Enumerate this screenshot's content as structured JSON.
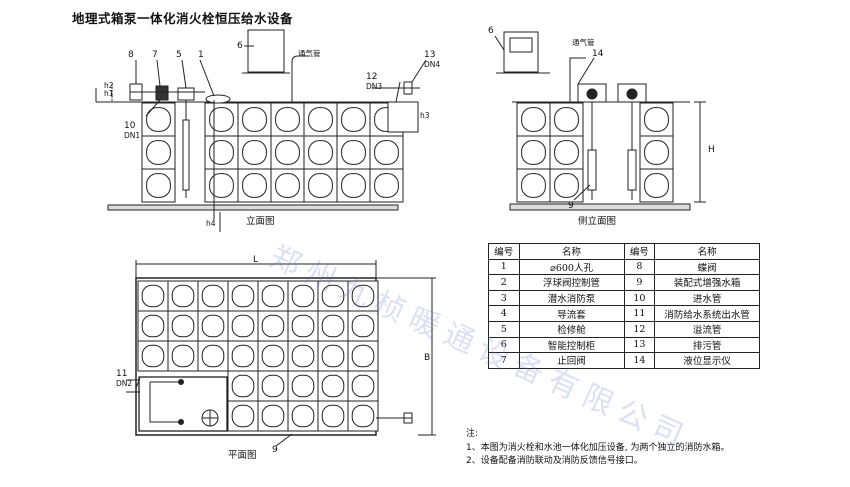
{
  "title": "地理式箱泵一体化消火栓恒压给水设备",
  "elevation_caption": "立面图",
  "side_caption": "侧立面图",
  "plan_caption": "平面图",
  "callouts": {
    "n1": "1",
    "n5": "5",
    "n6": "6",
    "n7": "7",
    "n8": "8",
    "n9": "9",
    "n10": "10",
    "n11": "11",
    "n12": "12",
    "n13": "13",
    "n14": "14",
    "dn1": "DN1",
    "dn2": "DN2",
    "dn3": "DN3",
    "dn4": "DN4",
    "h1": "h1",
    "h2": "h2",
    "h3": "h3",
    "h4": "h4",
    "dim_L": "L",
    "dim_B": "B",
    "dim_H": "H",
    "vent": "通气管"
  },
  "legend": {
    "headers": [
      "编号",
      "名称",
      "编号",
      "名称"
    ],
    "rows": [
      {
        "n1": "1",
        "name1": "⌀600人孔",
        "n2": "8",
        "name2": "蝶阀"
      },
      {
        "n1": "2",
        "name1": "浮球阀控制管",
        "n2": "9",
        "name2": "装配式增强水箱"
      },
      {
        "n1": "3",
        "name1": "潜水消防泵",
        "n2": "10",
        "name2": "进水管"
      },
      {
        "n1": "4",
        "name1": "导流套",
        "n2": "11",
        "name2": "消防给水系统出水管"
      },
      {
        "n1": "5",
        "name1": "检修舱",
        "n2": "12",
        "name2": "溢流管"
      },
      {
        "n1": "6",
        "name1": "智能控制柜",
        "n2": "13",
        "name2": "排污管"
      },
      {
        "n1": "7",
        "name1": "止回阀",
        "n2": "14",
        "name2": "液位显示仪"
      }
    ]
  },
  "notes": {
    "heading": "注:",
    "line1": "1、本图为消火栓和水池一体化加压设备, 为两个独立的消防水箱。",
    "line2": "2、设备配备消防联动及消防反馈信号接口。"
  },
  "watermark": "郑州九桢暖通设备有限公司"
}
